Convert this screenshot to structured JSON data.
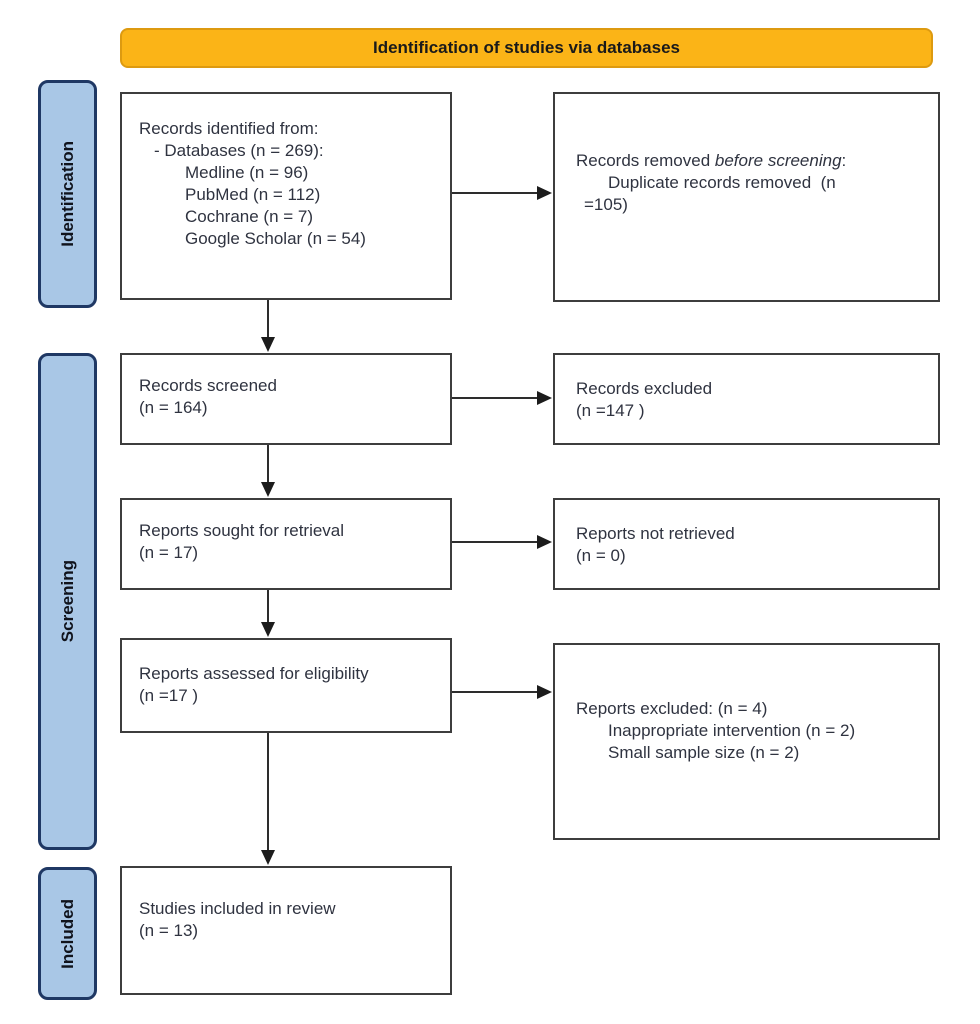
{
  "banner": {
    "label": "Identification of studies via databases"
  },
  "stages": {
    "identification": "Identification",
    "screening": "Screening",
    "included": "Included"
  },
  "colors": {
    "banner_fill": "#fbb417",
    "banner_border": "#dd9a10",
    "stage_fill": "#a9c7e6",
    "stage_border": "#1f3864",
    "box_border": "#3d3d3d",
    "arrow": "#222222"
  },
  "boxes": {
    "identified": {
      "line1": "Records identified from:",
      "line2": "- Databases (n = 269):",
      "line3": "Medline (n = 96)",
      "line4": "PubMed (n = 112)",
      "line5": "Cochrane (n = 7)",
      "line6": "Google Scholar (n = 54)"
    },
    "removed": {
      "line1_prefix": "Records removed ",
      "line1_italic": "before screening",
      "line1_suffix": ":",
      "line2": "Duplicate records removed  (n",
      "line3": "=105)"
    },
    "screened": {
      "line1": "Records screened",
      "line2": "(n = 164)"
    },
    "excluded": {
      "line1": "Records excluded",
      "line2": "(n =147 )"
    },
    "sought": {
      "line1": "Reports sought for retrieval",
      "line2": "(n = 17)"
    },
    "not_retrieved": {
      "line1": "Reports not retrieved",
      "line2": "(n = 0)"
    },
    "assessed": {
      "line1": "Reports assessed for eligibility",
      "line2": "(n =17 )"
    },
    "reports_excluded": {
      "line1": "Reports excluded: (n = 4)",
      "line2": "Inappropriate intervention (n = 2)",
      "line3": "Small sample size (n = 2)"
    },
    "included_studies": {
      "line1": "Studies included in review",
      "line2": "(n = 13)"
    }
  }
}
